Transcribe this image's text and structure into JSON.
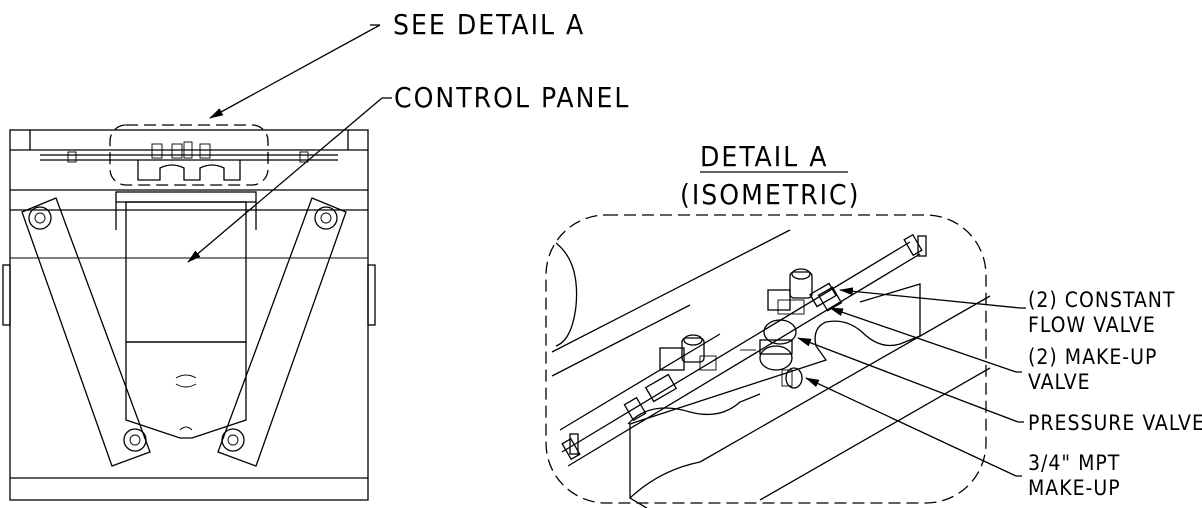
{
  "callouts": {
    "see_detail": "SEE DETAIL A",
    "control_panel": "CONTROL PANEL"
  },
  "detail": {
    "title": "DETAIL A",
    "subtitle": "(ISOMETRIC)"
  },
  "labels": {
    "constant_flow_1": "(2) CONSTANT",
    "constant_flow_2": "FLOW VALVE",
    "makeup_valve_1": "(2) MAKE-UP",
    "makeup_valve_2": "VALVE",
    "pressure_valve": "PRESSURE VALVE",
    "mpt_1": "3/4\" MPT",
    "mpt_2": "MAKE-UP"
  }
}
